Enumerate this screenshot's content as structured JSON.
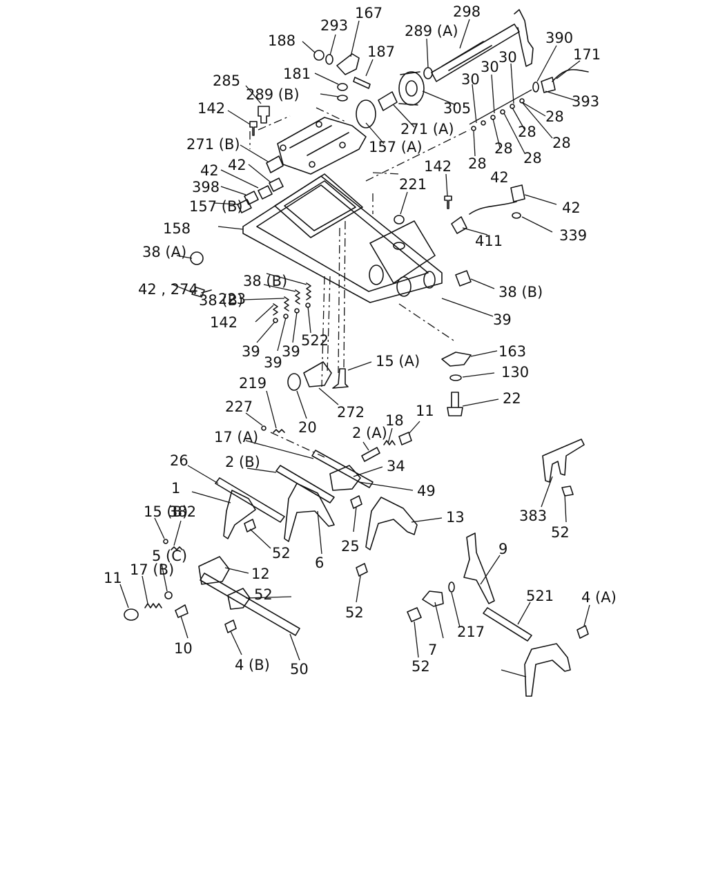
{
  "diagram": {
    "labels": [
      "167",
      "298",
      "188",
      "293",
      "289 (A)",
      "187",
      "390",
      "171",
      "181",
      "285",
      "289 (B)",
      "30",
      "30",
      "30",
      "393",
      "142",
      "305",
      "28",
      "271 (A)",
      "28",
      "28",
      "271 (B)",
      "157 (A)",
      "28",
      "28",
      "42",
      "42",
      "28",
      "142",
      "221",
      "42",
      "398",
      "42",
      "157 (B)",
      "158",
      "411",
      "339",
      "38 (A)",
      "38 (B)",
      "223",
      "42 , 274",
      "38 (B)",
      "38 (B)",
      "142",
      "39",
      "39",
      "39",
      "39",
      "522",
      "163",
      "15 (A)",
      "219",
      "130",
      "272",
      "20",
      "227",
      "22",
      "11",
      "18",
      "2 (A)",
      "17 (A)",
      "34",
      "26",
      "2 (B)",
      "49",
      "1",
      "13",
      "15 (B)",
      "382",
      "383",
      "52",
      "52",
      "25",
      "6",
      "9",
      "5 (C)",
      "12",
      "11",
      "17 (B)",
      "52",
      "52",
      "4 (A)",
      "521",
      "7",
      "217",
      "10",
      "52",
      "4 (B)",
      "50"
    ]
  }
}
